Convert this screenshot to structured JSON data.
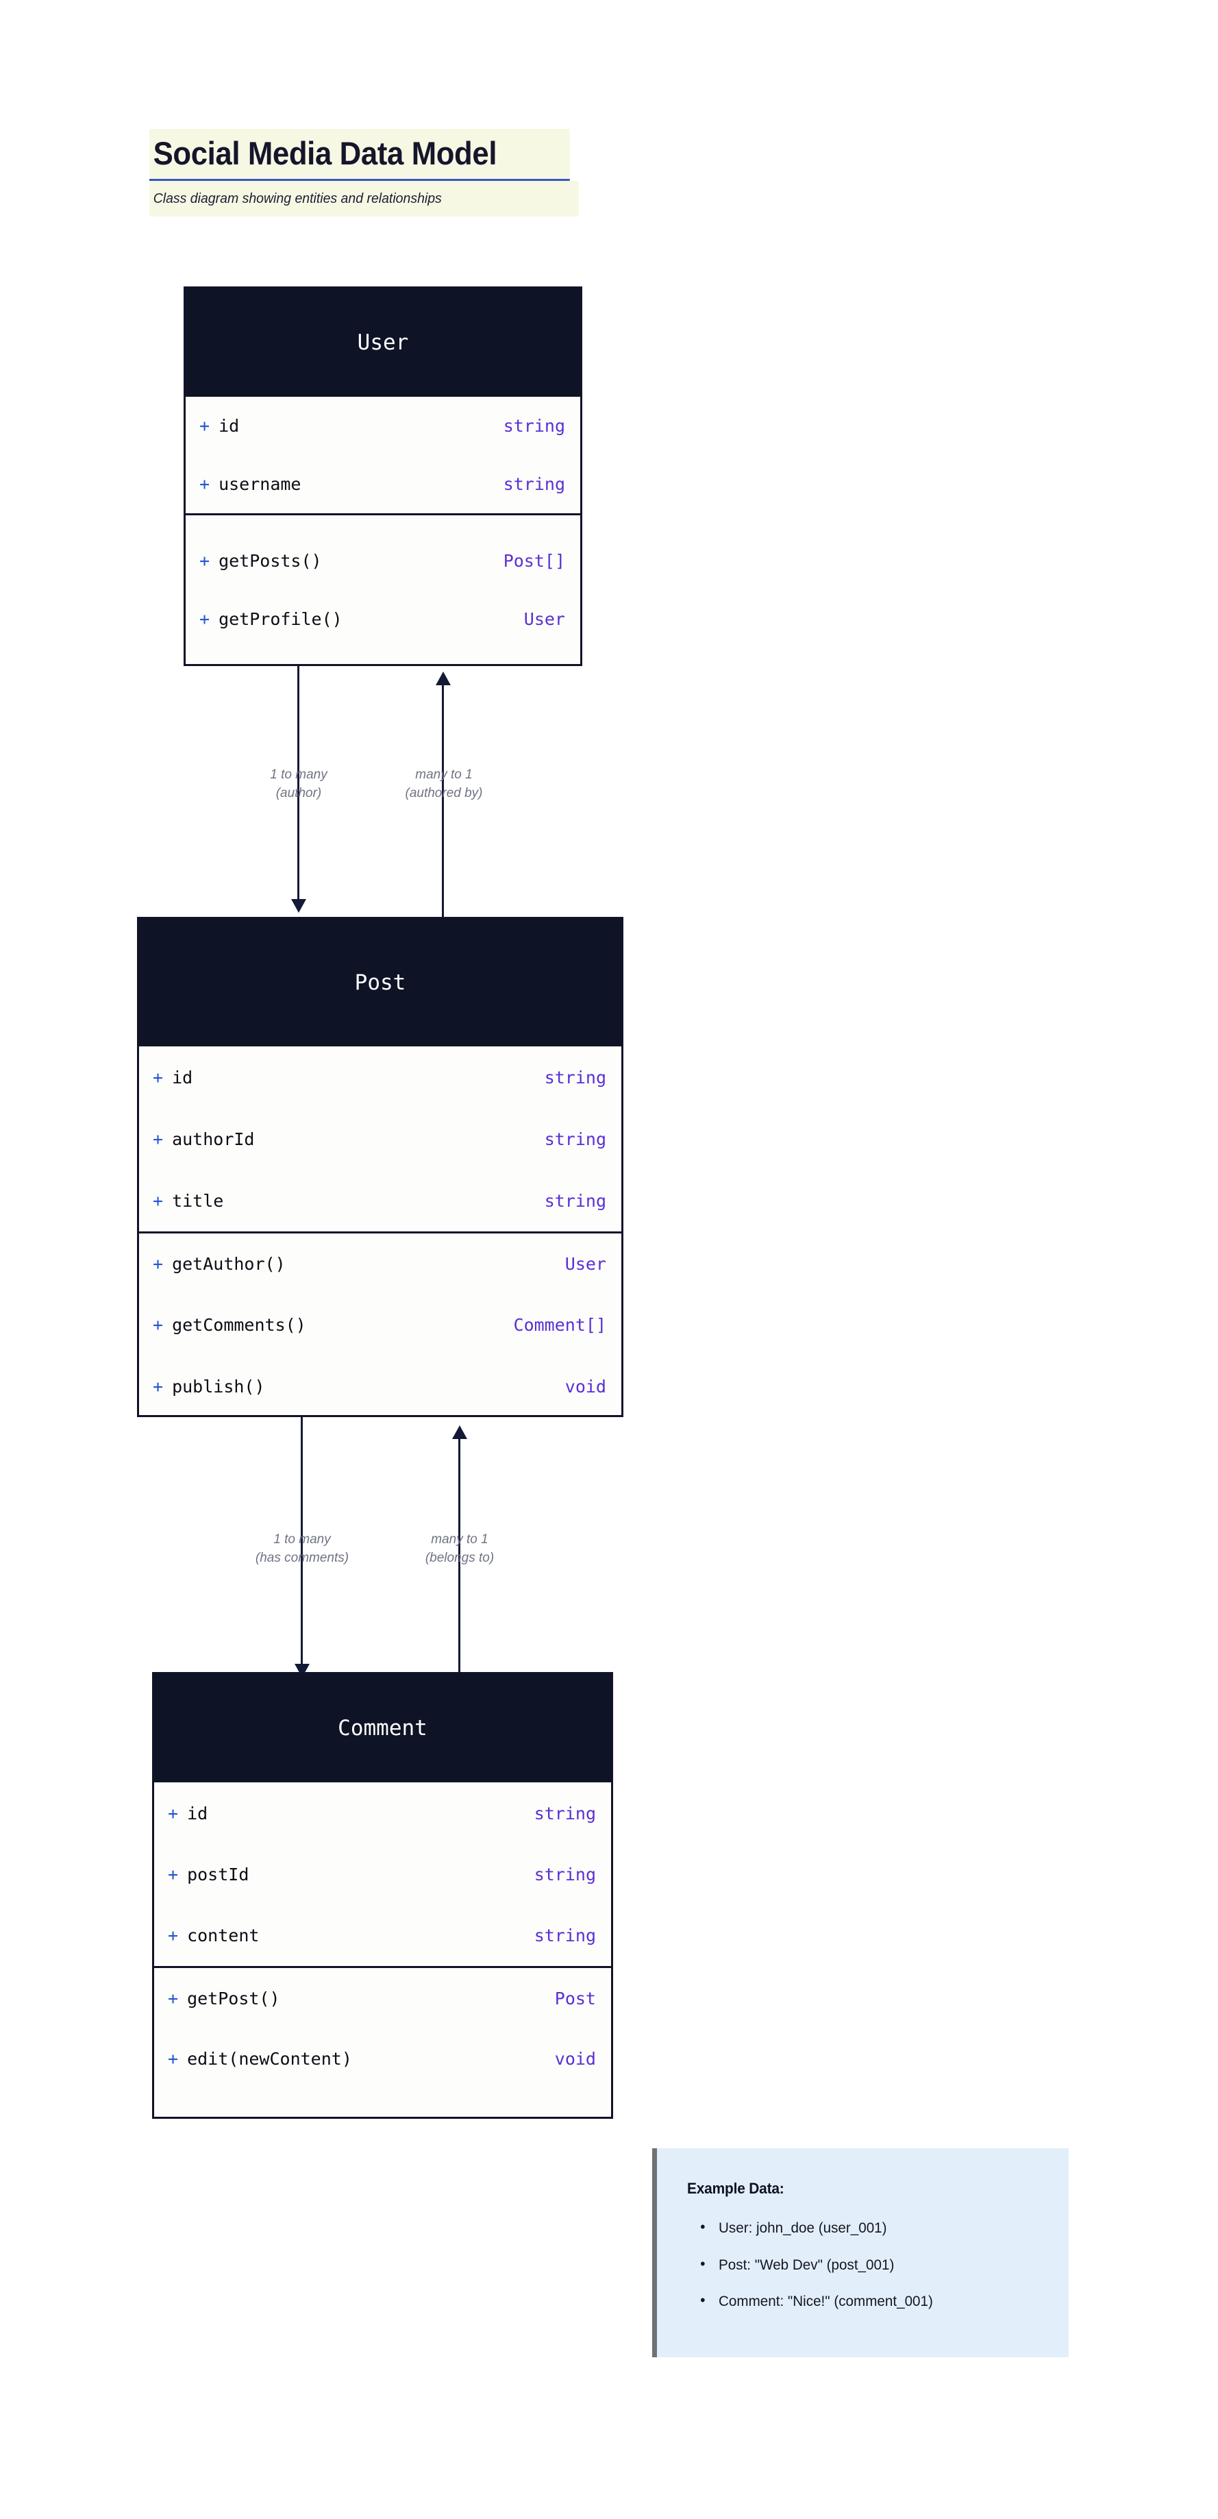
{
  "header": {
    "title": "Social Media Data Model",
    "subtitle": "Class diagram showing entities and relationships",
    "accent_underline_color": "#3558c4",
    "highlight_background": "#f7f8e3"
  },
  "theme": {
    "class_header_background": "#0e1325",
    "class_header_text": "#ffffff",
    "class_body_background": "#fdfdfb",
    "class_border": "#12132a",
    "visibility_color": "#2356d6",
    "member_color": "#0d0d14",
    "type_color": "#5a2fd6",
    "relation_color": "#131a36",
    "relation_label_color": "#6f7383",
    "callout_background": "#e2effb",
    "callout_border": "#6f7275"
  },
  "classes": [
    {
      "name": "User",
      "attributes": [
        {
          "visibility": "+",
          "member": "id",
          "type": "string"
        },
        {
          "visibility": "+",
          "member": "username",
          "type": "string"
        }
      ],
      "methods": [
        {
          "visibility": "+",
          "member": "getPosts()",
          "type": "Post[]"
        },
        {
          "visibility": "+",
          "member": "getProfile()",
          "type": "User"
        }
      ]
    },
    {
      "name": "Post",
      "attributes": [
        {
          "visibility": "+",
          "member": "id",
          "type": "string"
        },
        {
          "visibility": "+",
          "member": "authorId",
          "type": "string"
        },
        {
          "visibility": "+",
          "member": "title",
          "type": "string"
        }
      ],
      "methods": [
        {
          "visibility": "+",
          "member": "getAuthor()",
          "type": "User"
        },
        {
          "visibility": "+",
          "member": "getComments()",
          "type": "Comment[]"
        },
        {
          "visibility": "+",
          "member": "publish()",
          "type": "void"
        }
      ]
    },
    {
      "name": "Comment",
      "attributes": [
        {
          "visibility": "+",
          "member": "id",
          "type": "string"
        },
        {
          "visibility": "+",
          "member": "postId",
          "type": "string"
        },
        {
          "visibility": "+",
          "member": "content",
          "type": "string"
        }
      ],
      "methods": [
        {
          "visibility": "+",
          "member": "getPost()",
          "type": "Post"
        },
        {
          "visibility": "+",
          "member": "edit(newContent)",
          "type": "void"
        }
      ]
    }
  ],
  "relationships": [
    {
      "from": "User",
      "to": "Post",
      "direction": "down",
      "cardinality": "1 to many",
      "role": "(author)"
    },
    {
      "from": "Post",
      "to": "User",
      "direction": "up",
      "cardinality": "many to 1",
      "role": "(authored by)"
    },
    {
      "from": "Post",
      "to": "Comment",
      "direction": "down",
      "cardinality": "1 to many",
      "role": "(has comments)"
    },
    {
      "from": "Comment",
      "to": "Post",
      "direction": "up",
      "cardinality": "many to 1",
      "role": "(belongs to)"
    }
  ],
  "example_data": {
    "title": "Example Data:",
    "items": [
      "User: john_doe (user_001)",
      "Post: \"Web Dev\" (post_001)",
      "Comment: \"Nice!\" (comment_001)"
    ]
  }
}
